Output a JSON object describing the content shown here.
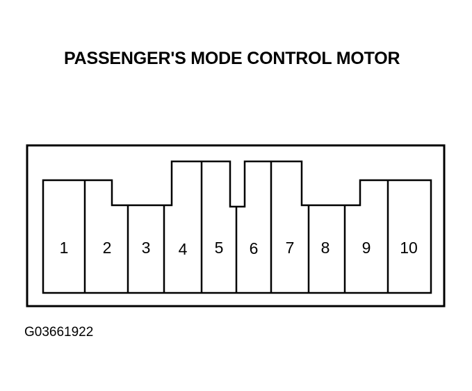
{
  "title": "PASSENGER'S MODE CONTROL MOTOR",
  "figure_id": "G03661922",
  "pins": [
    "1",
    "2",
    "3",
    "4",
    "5",
    "6",
    "7",
    "8",
    "9",
    "10"
  ]
}
